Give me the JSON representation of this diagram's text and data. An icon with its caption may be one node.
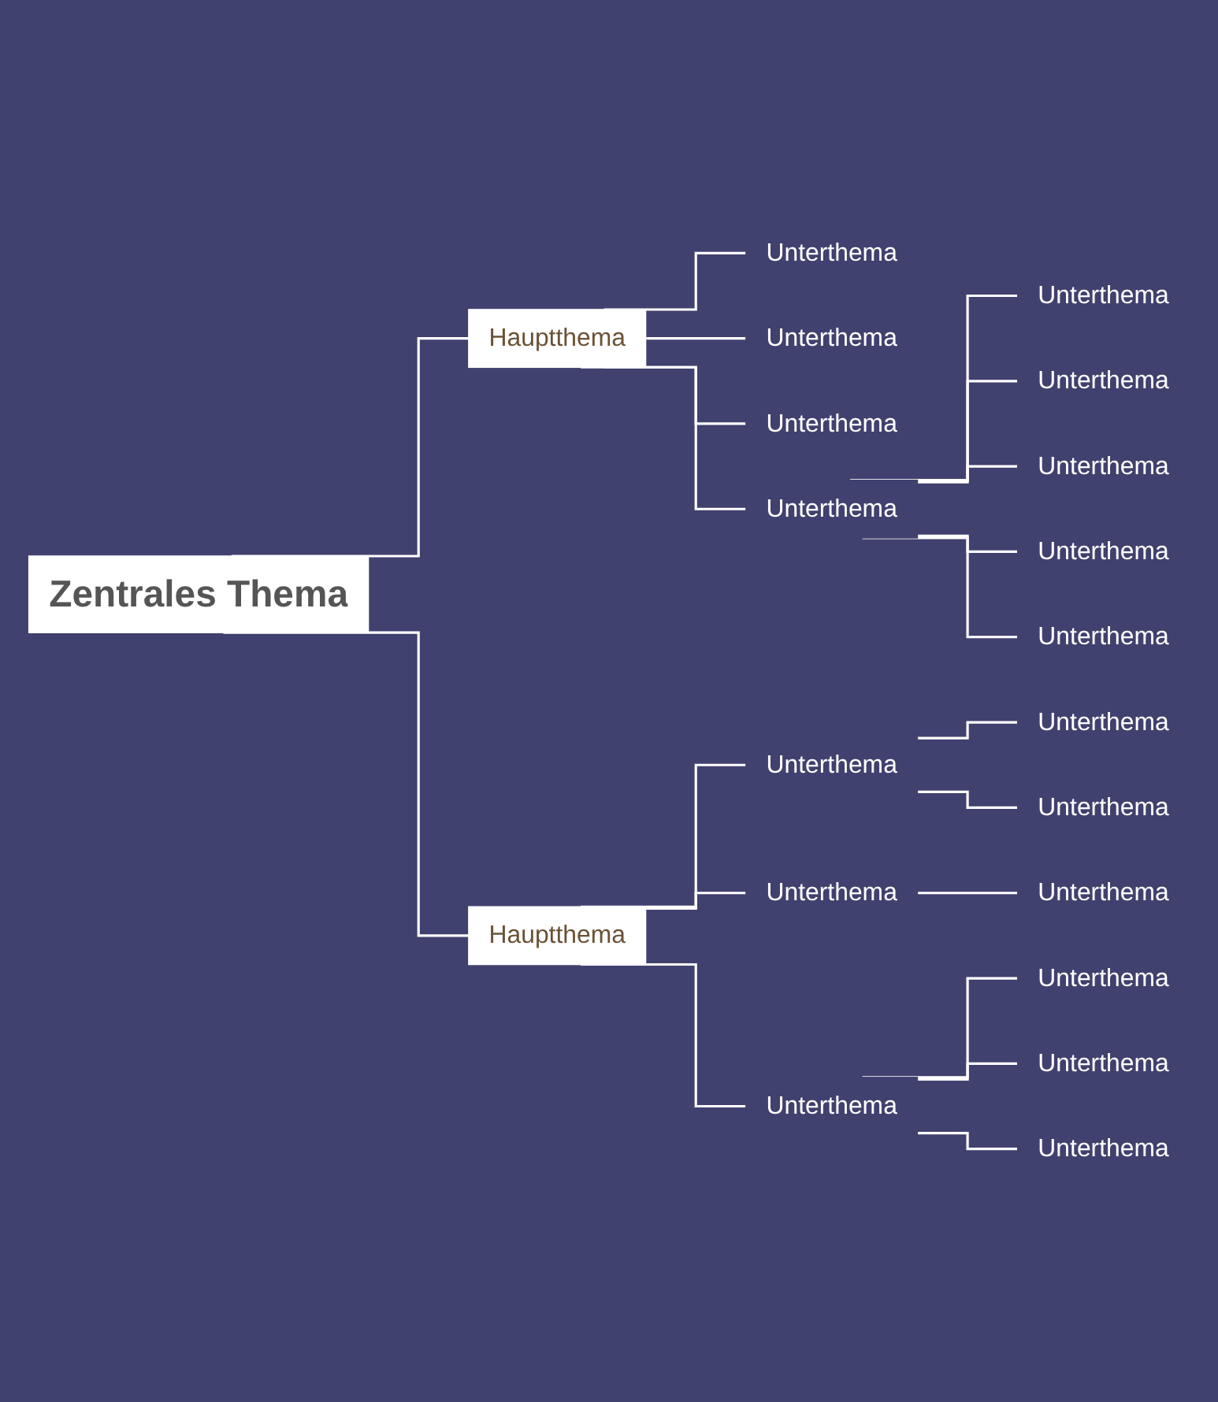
{
  "diagram": {
    "nodes": [
      {
        "text": [
          "Zentrales Thema"
        ]
      },
      {
        "text": [
          "Hauptthema"
        ]
      },
      {
        "text": [
          "Unterthema"
        ]
      },
      {
        "text": [
          "Unterthema"
        ]
      },
      {
        "text": [
          "Unterthema"
        ]
      },
      {
        "text": [
          "Unterthema"
        ]
      },
      {
        "text": [
          "Unterthema"
        ]
      },
      {
        "text": [
          "Unterthema"
        ]
      },
      {
        "text": [
          "Unterthema"
        ]
      },
      {
        "text": [
          "Unterthema"
        ]
      },
      {
        "text": [
          "Unterthema"
        ]
      },
      {
        "text": [
          "Hauptthema"
        ]
      },
      {
        "text": [
          "Unterthema"
        ]
      },
      {
        "text": [
          "Unterthema"
        ]
      },
      {
        "text": [
          "Unterthema"
        ]
      },
      {
        "text": [
          "Unterthema"
        ]
      },
      {
        "text": [
          "Unterthema"
        ]
      },
      {
        "text": [
          "Unterthema"
        ]
      },
      {
        "text": [
          "Unterthema"
        ]
      },
      {
        "text": [
          "Unterthema"
        ]
      },
      {
        "text": [
          "Unterthema"
        ]
      }
    ],
    "edges": [
      {
        "from": 0,
        "to": 1,
        "arrow": "none"
      },
      {
        "from": 0,
        "to": 11,
        "arrow": "none"
      },
      {
        "from": 1,
        "to": 2,
        "arrow": "none"
      },
      {
        "from": 1,
        "to": 3,
        "arrow": "none"
      },
      {
        "from": 1,
        "to": 4,
        "arrow": "none"
      },
      {
        "from": 1,
        "to": 5,
        "arrow": "none"
      },
      {
        "from": 5,
        "to": 6,
        "arrow": "none"
      },
      {
        "from": 5,
        "to": 7,
        "arrow": "none"
      },
      {
        "from": 5,
        "to": 8,
        "arrow": "none"
      },
      {
        "from": 5,
        "to": 9,
        "arrow": "none"
      },
      {
        "from": 5,
        "to": 10,
        "arrow": "none"
      },
      {
        "from": 11,
        "to": 12,
        "arrow": "none"
      },
      {
        "from": 12,
        "to": 13,
        "arrow": "none"
      },
      {
        "from": 12,
        "to": 14,
        "arrow": "none"
      },
      {
        "from": 11,
        "to": 15,
        "arrow": "none"
      },
      {
        "from": 15,
        "to": 16,
        "arrow": "none"
      },
      {
        "from": 11,
        "to": 17,
        "arrow": "none"
      },
      {
        "from": 17,
        "to": 18,
        "arrow": "none"
      },
      {
        "from": 17,
        "to": 19,
        "arrow": "none"
      },
      {
        "from": 17,
        "to": 20,
        "arrow": "none"
      }
    ]
  }
}
